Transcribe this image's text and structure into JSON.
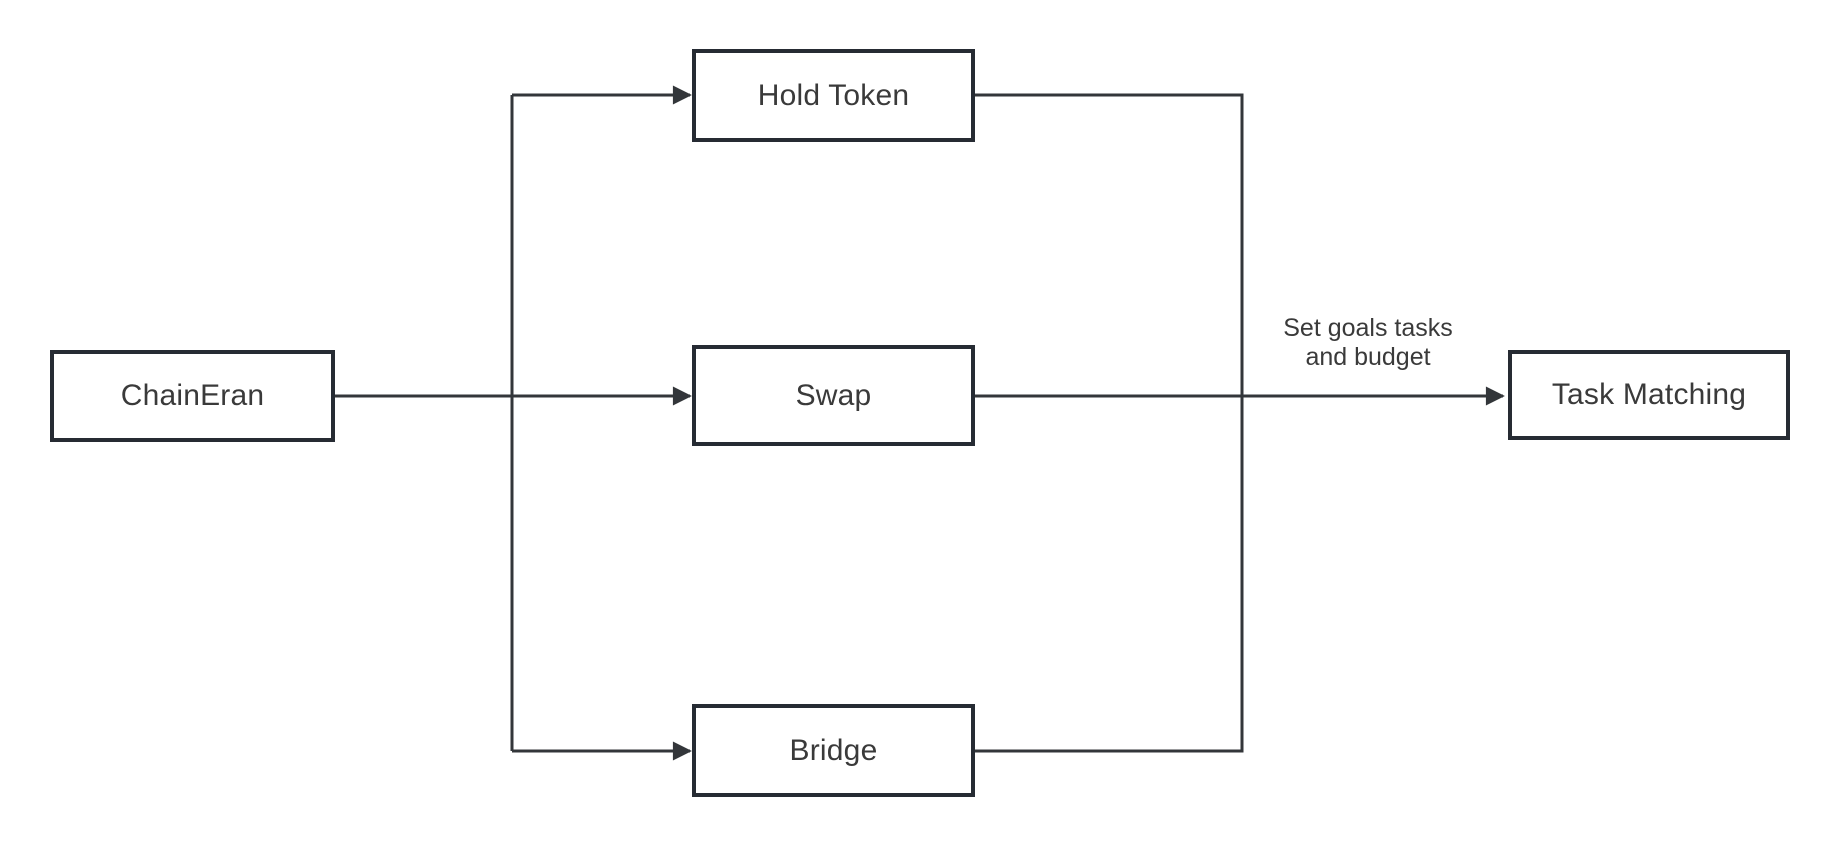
{
  "diagram": {
    "type": "flowchart",
    "colors": {
      "background": "#ffffff",
      "connector": "#33363a",
      "node_border": "#262b33",
      "node_fill": "#ffffff",
      "text": "#3a3a3a"
    },
    "nodes": [
      {
        "id": "chaineran",
        "label": "ChainEran"
      },
      {
        "id": "hold-token",
        "label": "Hold Token"
      },
      {
        "id": "swap",
        "label": "Swap"
      },
      {
        "id": "bridge",
        "label": "Bridge"
      },
      {
        "id": "task-matching",
        "label": "Task Matching"
      }
    ],
    "edges": [
      {
        "from": "ChainEran",
        "to": "Hold Token"
      },
      {
        "from": "ChainEran",
        "to": "Swap"
      },
      {
        "from": "ChainEran",
        "to": "Bridge"
      },
      {
        "from": "Hold Token",
        "to": "Task Matching"
      },
      {
        "from": "Swap",
        "to": "Task Matching",
        "label": "Set goals tasks and budget",
        "label_lines": [
          "Set goals tasks",
          "and budget"
        ]
      },
      {
        "from": "Bridge",
        "to": "Task Matching"
      }
    ]
  }
}
